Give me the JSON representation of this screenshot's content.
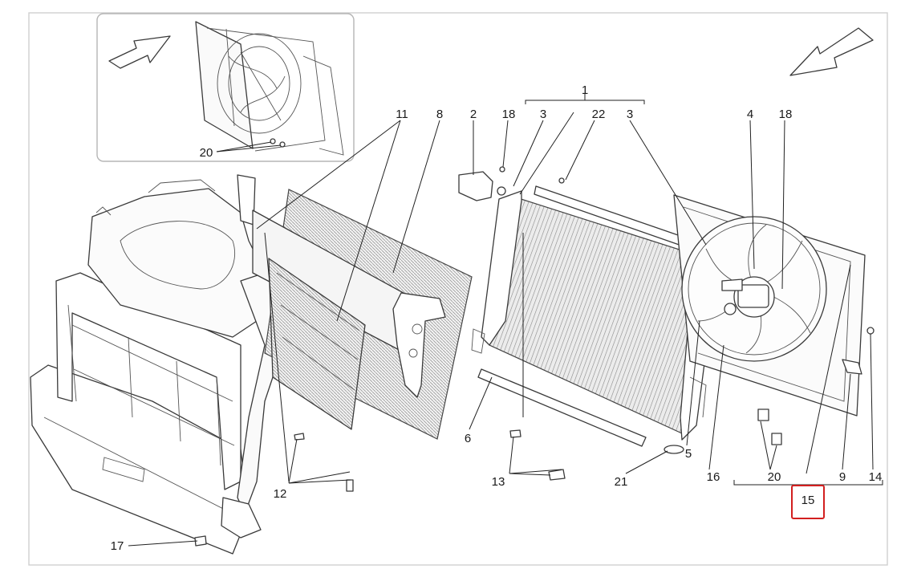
{
  "labels": {
    "l1": "1",
    "l2": "2",
    "l3a": "3",
    "l3b": "3",
    "l4": "4",
    "l5": "5",
    "l6": "6",
    "l8": "8",
    "l9": "9",
    "l11": "11",
    "l12": "12",
    "l13": "13",
    "l14": "14",
    "l15": "15",
    "l16": "16",
    "l17": "17",
    "l18a": "18",
    "l18b": "18",
    "l20a": "20",
    "l20b": "20",
    "l21": "21",
    "l22": "22"
  },
  "highlight": {
    "label": "15",
    "color": "#d21f1f"
  },
  "colors": {
    "lines": "#3a3a3a",
    "frame": "#cfcfcf",
    "background": "#ffffff"
  }
}
